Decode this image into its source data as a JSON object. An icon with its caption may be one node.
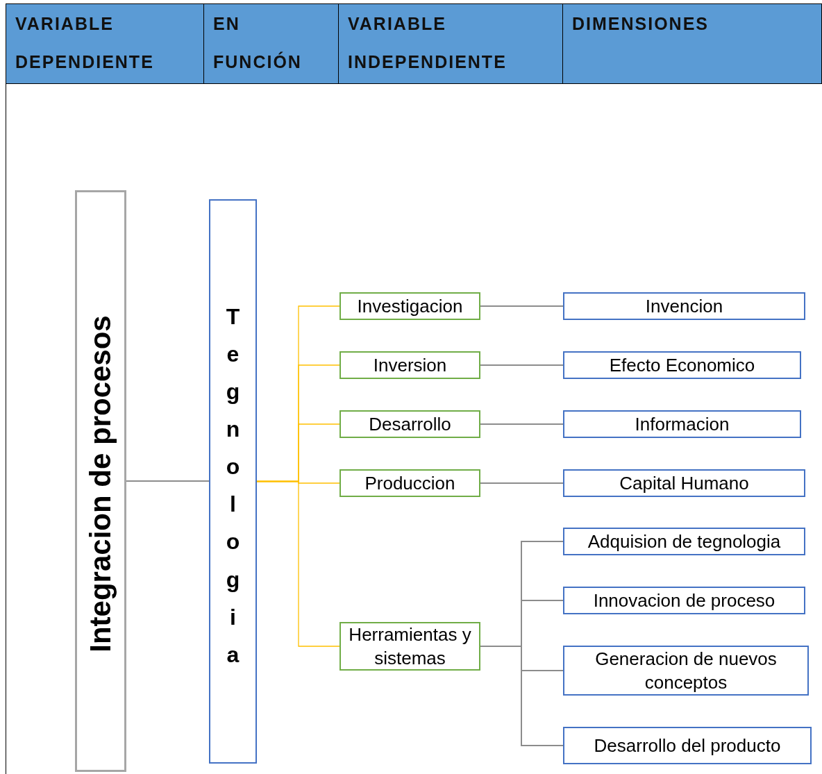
{
  "diagram": {
    "nodes": [
      {
        "text": [
          "Integracion de procesos"
        ]
      },
      {
        "text": [
          "Tegnologia"
        ]
      },
      {
        "text": [
          "Investigacion"
        ]
      },
      {
        "text": [
          "Inversion"
        ]
      },
      {
        "text": [
          "Desarrollo"
        ]
      },
      {
        "text": [
          "Produccion"
        ]
      },
      {
        "text": [
          "Herramientas y sistemas"
        ]
      },
      {
        "text": [
          "Invencion"
        ]
      },
      {
        "text": [
          "Efecto Economico"
        ]
      },
      {
        "text": [
          "Informacion"
        ]
      },
      {
        "text": [
          "Capital Humano"
        ]
      },
      {
        "text": [
          "Adquision de tegnologia"
        ]
      },
      {
        "text": [
          "Innovacion de proceso"
        ]
      },
      {
        "text": [
          "Generacion de nuevos conceptos"
        ]
      },
      {
        "text": [
          "Desarrollo del producto"
        ]
      }
    ],
    "edges": [
      {
        "from": 0,
        "to": 1,
        "arrow": "none"
      },
      {
        "from": 1,
        "to": 2,
        "arrow": "none",
        "color": "#ffc000"
      },
      {
        "from": 1,
        "to": 3,
        "arrow": "none",
        "color": "#ffc000"
      },
      {
        "from": 1,
        "to": 4,
        "arrow": "none",
        "color": "#ffc000"
      },
      {
        "from": 1,
        "to": 5,
        "arrow": "none",
        "color": "#ffc000"
      },
      {
        "from": 1,
        "to": 6,
        "arrow": "none",
        "color": "#ffc000"
      },
      {
        "from": 2,
        "to": 7,
        "arrow": "none"
      },
      {
        "from": 3,
        "to": 8,
        "arrow": "none"
      },
      {
        "from": 4,
        "to": 9,
        "arrow": "none"
      },
      {
        "from": 5,
        "to": 10,
        "arrow": "none"
      },
      {
        "from": 6,
        "to": 11,
        "arrow": "none"
      },
      {
        "from": 6,
        "to": 12,
        "arrow": "none"
      },
      {
        "from": 6,
        "to": 13,
        "arrow": "none"
      },
      {
        "from": 6,
        "to": 14,
        "arrow": "none"
      }
    ],
    "labels": [
      "VARIABLE DEPENDIENTE",
      "EN FUNCIÓN",
      "VARIABLE INDEPENDIENTE",
      "DIMENSIONES"
    ]
  }
}
